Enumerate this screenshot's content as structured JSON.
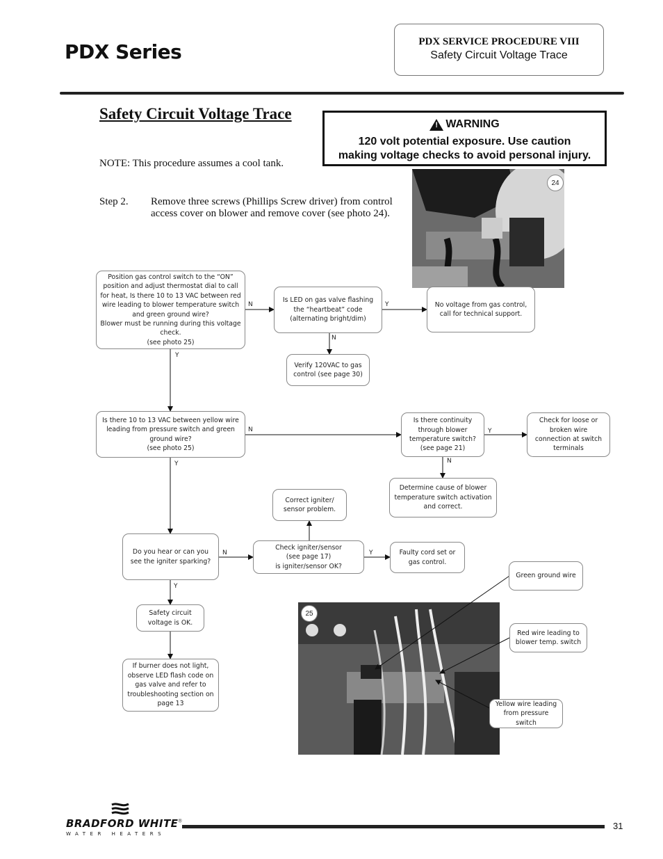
{
  "header": {
    "series": "PDX Series",
    "procedure_title": "PDX SERVICE PROCEDURE  VIII",
    "procedure_subtitle": "Safety Circuit Voltage Trace"
  },
  "section": {
    "title": "Safety Circuit Voltage Trace",
    "note": "NOTE: This procedure assumes a cool tank."
  },
  "warning": {
    "icon": "warning-triangle-icon",
    "icon_glyph": "!",
    "heading": "WARNING",
    "line1": "120 volt potential exposure. Use caution",
    "line2": "making voltage checks to avoid personal injury."
  },
  "step": {
    "label": "Step 2.",
    "text": "Remove three screws (Phillips Screw driver) from control access cover on blower and remove cover (see photo 24)."
  },
  "photos": {
    "photo24_number": "24",
    "photo25_number": "25"
  },
  "flowchart": {
    "nodes": {
      "n1": "Position gas control switch to the “ON” position and adjust thermostat dial to call for heat, Is there 10 to 13 VAC  between red wire leading to blower temperature switch and green ground wire?\nBlower must be running during this voltage check.\n(see photo 25)",
      "n2": "Is LED on gas valve flashing the “heartbeat” code (alternating bright/dim)",
      "n3": "No voltage from gas control, call for technical support.",
      "n4": "Verify 120VAC to gas control (see page 30)",
      "n5": "Is there 10 to 13 VAC  between yellow wire leading from pressure switch and green ground wire?\n(see photo 25)",
      "n6": "Is there continuity through blower temperature switch?\n(see page 21)",
      "n7": "Check for loose or broken wire connection at switch terminals",
      "n8": "Determine cause of blower temperature switch activation and correct.",
      "n9": "Correct igniter/ sensor problem.",
      "n10": "Do you hear or can you see the igniter sparking?",
      "n11": "Check igniter/sensor\n(see page 17)\nis igniter/sensor OK?",
      "n12": "Faulty cord set or gas control.",
      "n13": "Safety circuit voltage is OK.",
      "n14": "If burner does not light, observe LED flash code on gas valve and refer to troubleshooting section on page 13"
    },
    "labels": {
      "n1_n2": "N",
      "n2_n3": "Y",
      "n2_n4": "N",
      "n1_n5": "Y",
      "n5_n6": "N",
      "n6_n7": "Y",
      "n6_n8": "N",
      "n5_n10": "Y",
      "n10_n11": "N",
      "n11_n12": "Y",
      "n10_n13": "Y"
    }
  },
  "callouts": {
    "green": "Green ground wire",
    "red": "Red wire leading to blower temp. switch",
    "yellow": "Yellow wire leading from pressure switch"
  },
  "footer": {
    "brand": "BRADFORD WHITE",
    "brand_mark": "®",
    "brand_sub": "WATER HEATERS",
    "page": "31"
  }
}
